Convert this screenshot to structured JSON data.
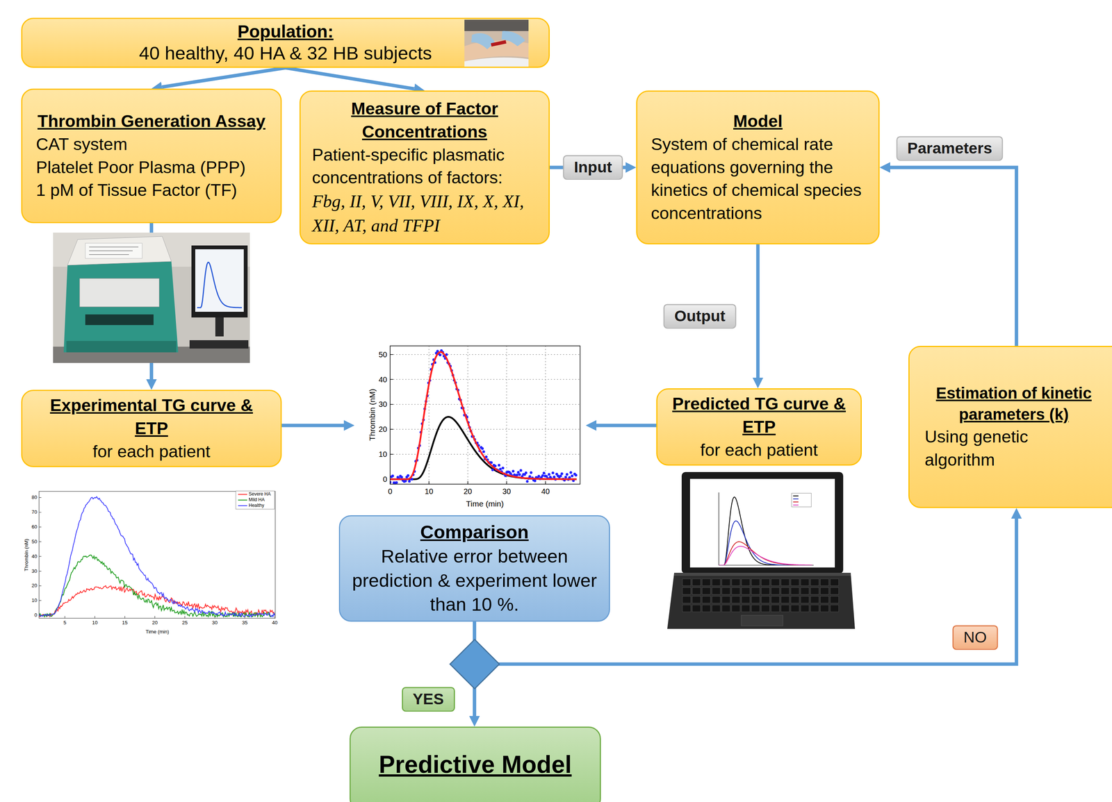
{
  "diagram": {
    "nodes": [
      {
        "text": [
          "Population:",
          "40 healthy, 40 HA & 32 HB subjects"
        ]
      },
      {
        "text": [
          "Thrombin Generation Assay",
          "CAT system",
          "Platelet Poor Plasma (PPP)",
          "1 pM of Tissue Factor (TF)"
        ]
      },
      {
        "text": [
          "Measure of Factor Concentrations",
          "Patient-specific plasmatic concentrations of factors:",
          "Fbg, II, V, VII, VIII, IX, X, XI, XII, AT, and TFPI"
        ]
      },
      {
        "text": [
          "Model",
          "System of chemical rate equations governing the kinetics of chemical species concentrations"
        ]
      },
      {
        "text": [
          "Experimental TG curve & ETP",
          "for each patient"
        ]
      },
      {
        "text": [
          "Predicted TG curve & ETP",
          "for each patient"
        ]
      },
      {
        "text": [
          "Estimation of kinetic parameters (k)",
          "Using genetic algorithm"
        ]
      },
      {
        "text": [
          "Comparison",
          "Relative error between prediction & experiment lower than 10 %."
        ]
      },
      {
        "text": [
          "Predictive Model"
        ]
      }
    ],
    "edges": [
      {
        "from": 0,
        "to": 1,
        "arrow": "to"
      },
      {
        "from": 0,
        "to": 2,
        "arrow": "to"
      },
      {
        "from": 1,
        "to": 4,
        "arrow": "to"
      },
      {
        "from": 2,
        "to": 3,
        "label": "Input",
        "arrow": "to"
      },
      {
        "from": 3,
        "to": 5,
        "label": "Output",
        "arrow": "to"
      },
      {
        "from": 7,
        "to": 8,
        "label": "YES",
        "arrow": "to"
      },
      {
        "from": 7,
        "to": 6,
        "label": "NO",
        "arrow": "to"
      },
      {
        "from": 6,
        "to": 3,
        "label": "Parameters",
        "arrow": "to"
      }
    ],
    "labels": [
      "50",
      "40",
      "30",
      "20",
      "10",
      "0",
      "0",
      "10",
      "20",
      "30",
      "40",
      "Thrombin (nM)",
      "Time (min)",
      "80",
      "70",
      "60",
      "50",
      "40",
      "30",
      "20",
      "10",
      "0",
      "5",
      "10",
      "15",
      "20",
      "25",
      "30",
      "35",
      "40",
      "Thrombin (nM)",
      "Time (min)"
    ],
    "legend": [
      {
        "text": "Severe HA"
      },
      {
        "text": "Mild HA"
      },
      {
        "text": "Healthy"
      }
    ]
  }
}
